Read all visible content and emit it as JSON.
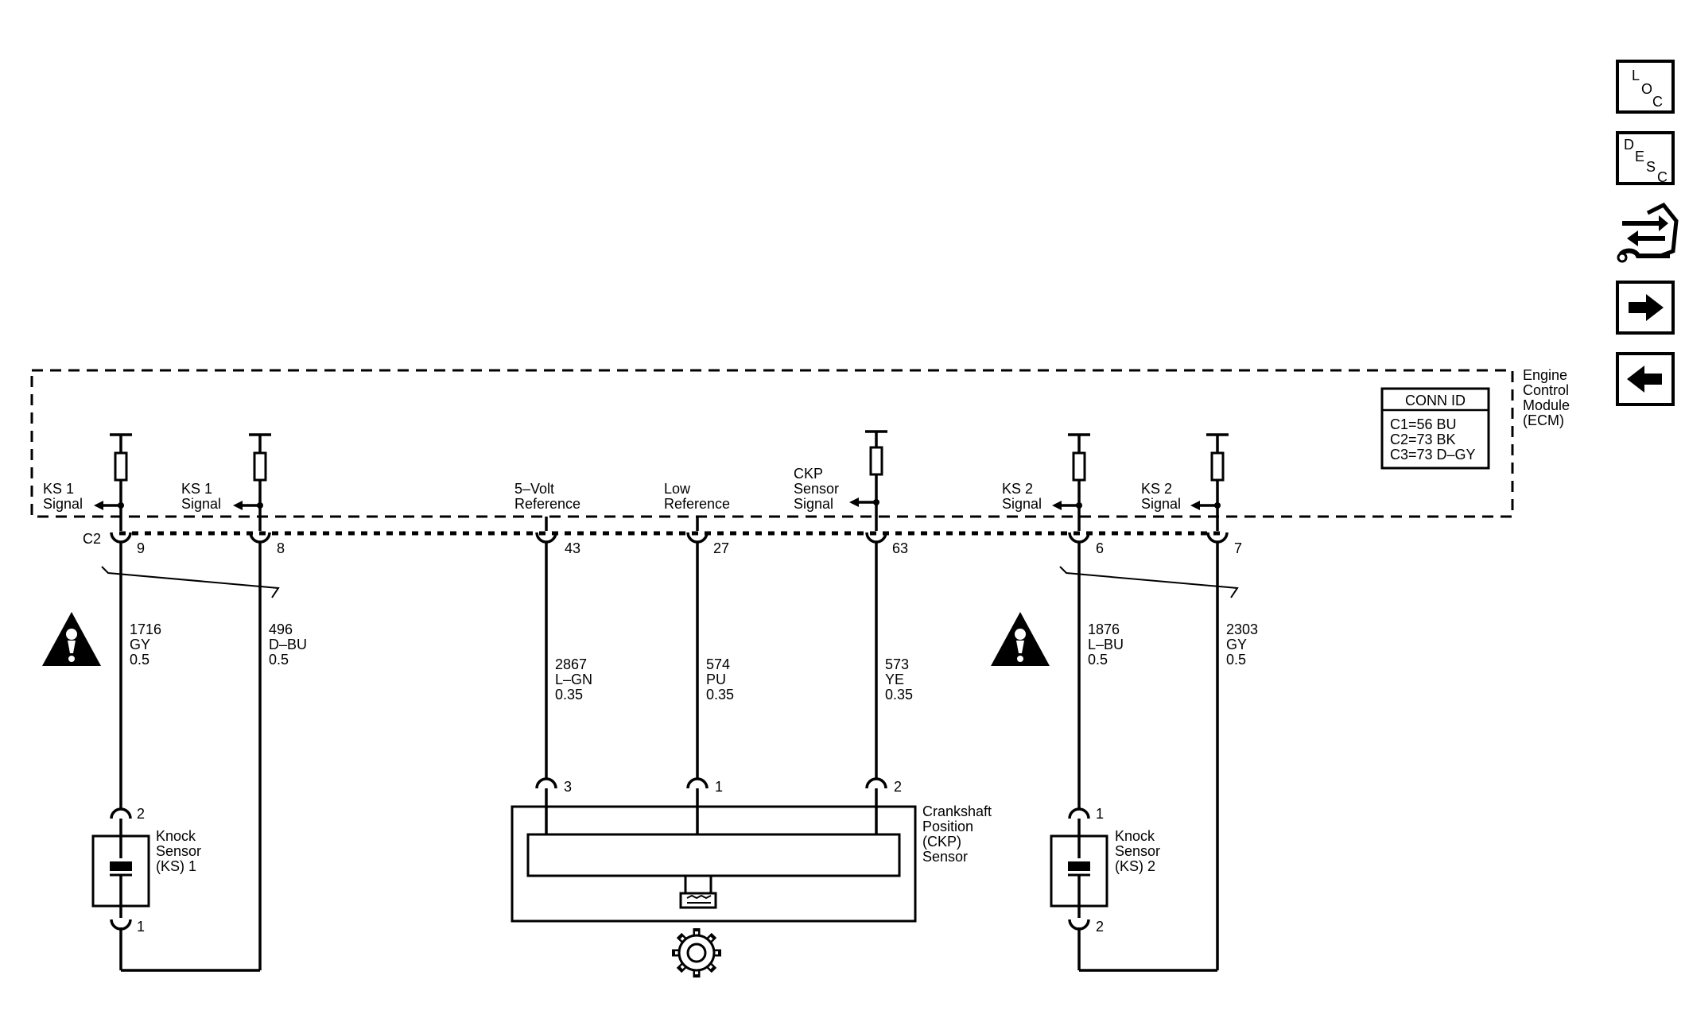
{
  "module": {
    "name_lines": [
      "Engine",
      "Control",
      "Module",
      "(ECM)"
    ]
  },
  "conn_id": {
    "title": "CONN ID",
    "lines": [
      "C1=56 BU",
      "C2=73 BK",
      "C3=73 D–GY"
    ]
  },
  "connector_label": "C2",
  "signals": [
    {
      "lines": [
        "KS 1",
        "Signal"
      ],
      "pin": "9"
    },
    {
      "lines": [
        "KS 1",
        "Signal"
      ],
      "pin": "8"
    },
    {
      "lines": [
        "5–Volt",
        "Reference"
      ],
      "pin": "43"
    },
    {
      "lines": [
        "Low",
        "Reference"
      ],
      "pin": "27"
    },
    {
      "lines": [
        "CKP",
        "Sensor",
        "Signal"
      ],
      "pin": "63"
    },
    {
      "lines": [
        "KS 2",
        "Signal"
      ],
      "pin": "6"
    },
    {
      "lines": [
        "KS 2",
        "Signal"
      ],
      "pin": "7"
    }
  ],
  "wires": [
    {
      "circuit": "1716",
      "color": "GY",
      "gauge": "0.5"
    },
    {
      "circuit": "496",
      "color": "D–BU",
      "gauge": "0.5"
    },
    {
      "circuit": "2867",
      "color": "L–GN",
      "gauge": "0.35"
    },
    {
      "circuit": "574",
      "color": "PU",
      "gauge": "0.35"
    },
    {
      "circuit": "573",
      "color": "YE",
      "gauge": "0.35"
    },
    {
      "circuit": "1876",
      "color": "L–BU",
      "gauge": "0.5"
    },
    {
      "circuit": "2303",
      "color": "GY",
      "gauge": "0.5"
    }
  ],
  "knock_sensor_1": {
    "lines": [
      "Knock",
      "Sensor",
      "(KS) 1"
    ],
    "pin_top": "2",
    "pin_bottom": "1"
  },
  "knock_sensor_2": {
    "lines": [
      "Knock",
      "Sensor",
      "(KS) 2"
    ],
    "pin_top": "1",
    "pin_bottom": "2"
  },
  "ckp_sensor": {
    "lines": [
      "Crankshaft",
      "Position",
      "(CKP)",
      "Sensor"
    ],
    "pins": [
      "3",
      "1",
      "2"
    ]
  },
  "side_buttons": {
    "loc": {
      "chars": [
        "L",
        "O",
        "C"
      ]
    },
    "desc": {
      "chars": [
        "D",
        "E",
        "S",
        "C"
      ]
    }
  },
  "icons": [
    "warning-icon",
    "gear-icon",
    "loc-button",
    "desc-button",
    "component-view-icon",
    "next-arrow-icon",
    "previous-arrow-icon"
  ]
}
